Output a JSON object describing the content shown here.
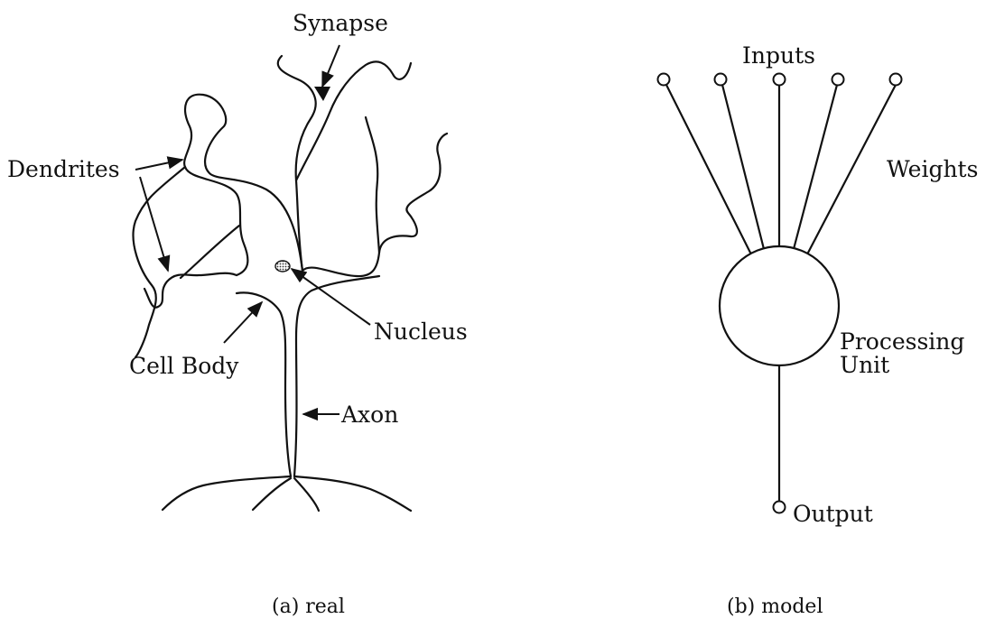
{
  "figure": {
    "real": {
      "caption": "(a) real",
      "labels": {
        "synapse": "Synapse",
        "dendrites": "Dendrites",
        "nucleus": "Nucleus",
        "cell_body": "Cell Body",
        "axon": "Axon"
      }
    },
    "model": {
      "caption": "(b) model",
      "labels": {
        "inputs": "Inputs",
        "weights": "Weights",
        "processing_line1": "Processing",
        "processing_line2": "Unit",
        "output": "Output"
      },
      "input_count": 5
    }
  }
}
